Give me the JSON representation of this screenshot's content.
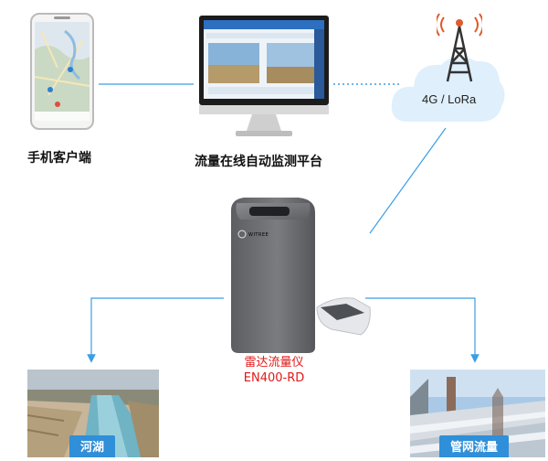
{
  "nodes": {
    "phone": {
      "caption": "手机客户端"
    },
    "platform": {
      "caption": "流量在线自动监测平台"
    },
    "network": {
      "label": "4G / LoRa"
    },
    "device": {
      "name": "雷达流量仪",
      "model": "EN400-RD",
      "brand": "WITREE"
    },
    "river": {
      "label": "河湖"
    },
    "pipe": {
      "label": "管网流量"
    }
  },
  "colors": {
    "connector": "#3b9ee6",
    "tag": "#2f8fd8",
    "device_label": "#e01818"
  },
  "icons": [
    "smartphone-icon",
    "monitor-icon",
    "radio-tower-icon",
    "cloud-icon",
    "radar-sensor-icon"
  ]
}
